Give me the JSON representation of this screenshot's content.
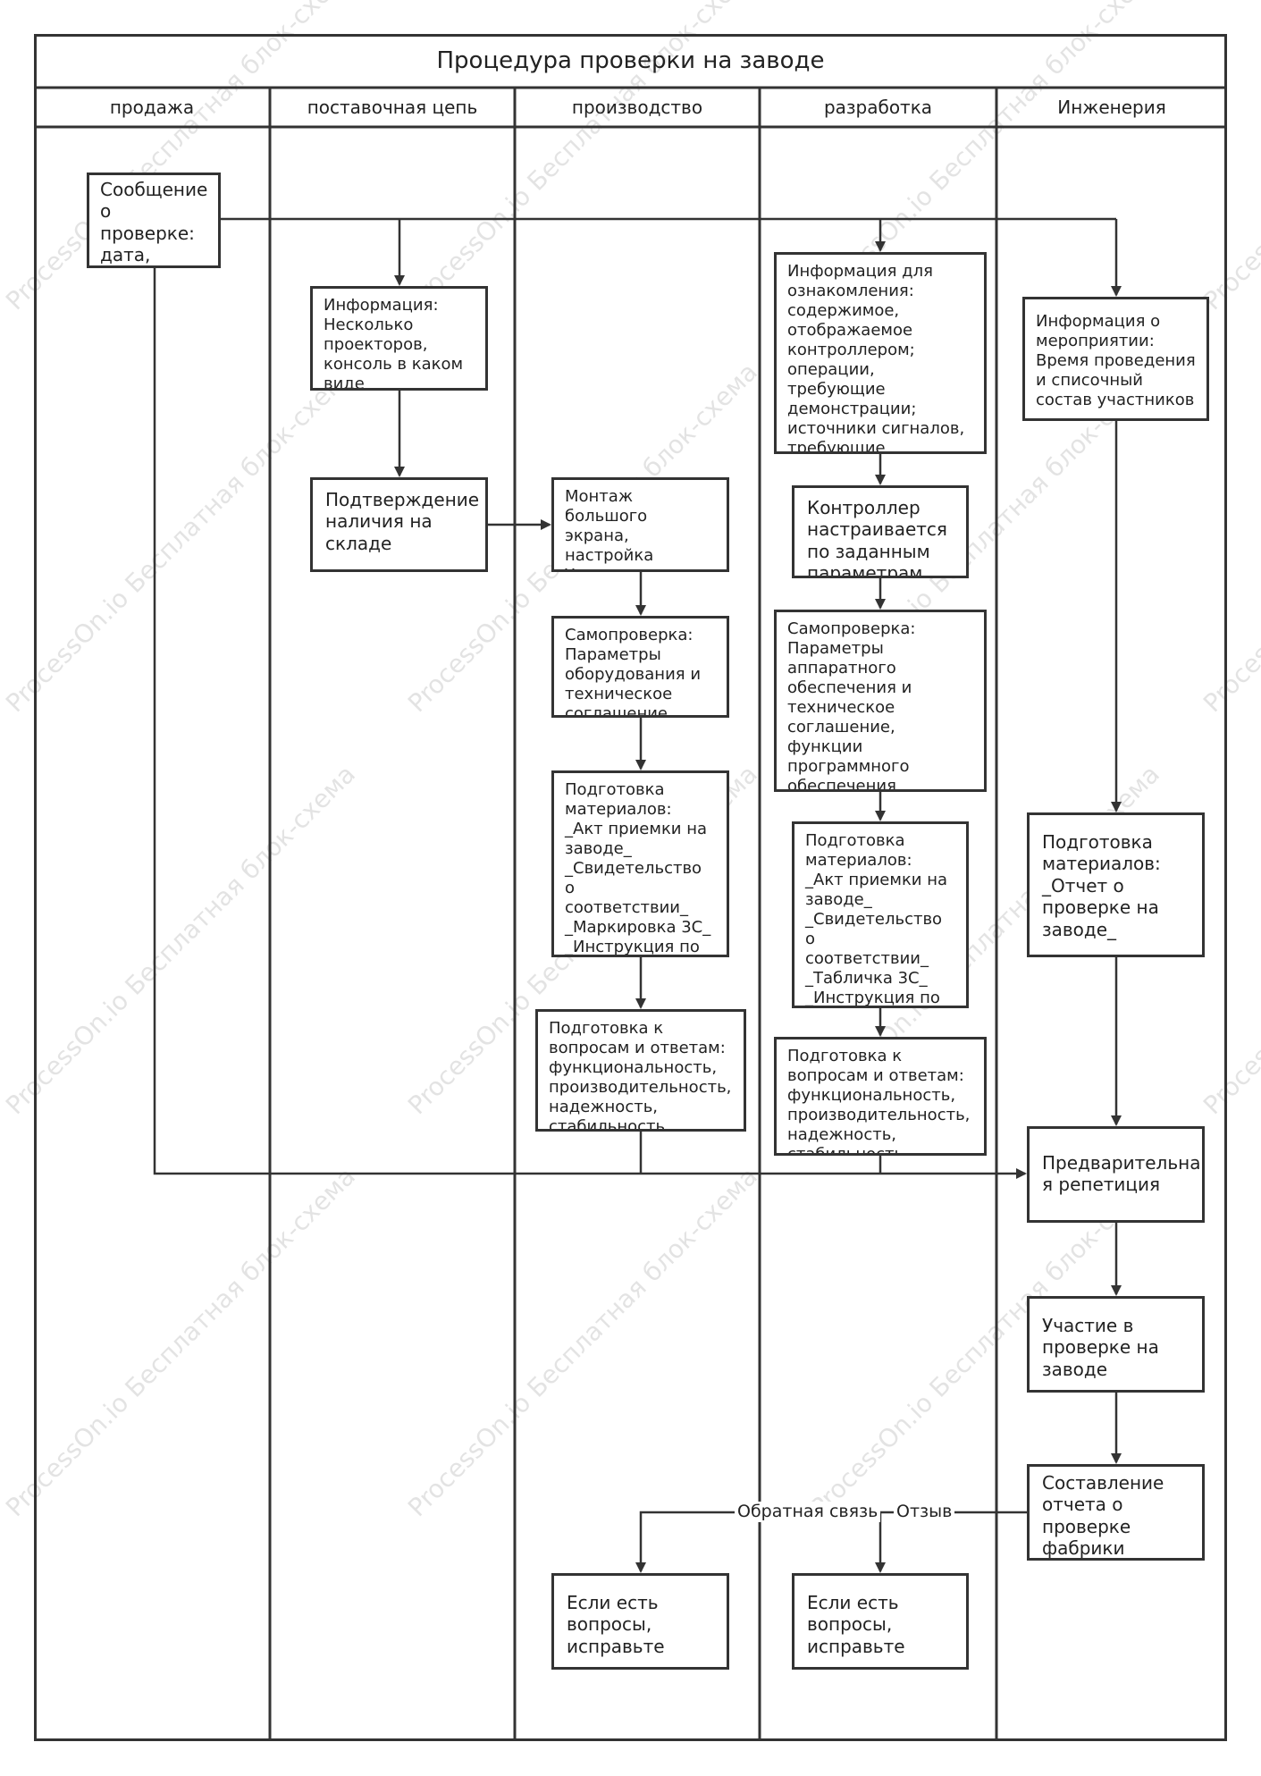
{
  "title": "Процедура проверки на заводе",
  "lanes": [
    "продажа",
    "поставочная цепь",
    "производство",
    "разработка",
    "Инженерия"
  ],
  "nodes": {
    "n1": "Сообщение\nо проверке:\nдата,\nучастники",
    "n2": "Информация:\nНесколько\nпроекторов,\nконсоль в каком\nвиде",
    "n3": "Подтверждение\nналичия на\nскладе",
    "n4": "Монтаж большого\nэкрана, настройка\nУстановка пульта,\nнастройка",
    "n5": "Самопроверка:\nПараметры\nоборудования и\nтехническое\nсоглашение",
    "n6": "Подготовка\nматериалов:\n_Акт приемки на\nзаводе_\n_Свидетельство о\nсоответствии_\n_Маркировка 3С_\n_Инструкция по\nэксплуатации_",
    "n7": "Подготовка к\nвопросам и ответам:\nфункциональность,\nпроизводительность,\nнадежность,\nстабильность",
    "n8": "Информация для\nознакомления:\nсодержимое,\nотображаемое\nконтроллером;\nоперации, требующие\nдемонстрации;\nисточники сигналов,\nтребующие\nподключения.",
    "n9": "Контроллер\nнастраивается\nпо заданным\nпараметрам",
    "n10": "Самопроверка:\nПараметры\nаппаратного\nобеспечения и\nтехническое\nсоглашение, функции\nпрограммного\nобеспечения\nработают нормально",
    "n11": "Подготовка\nматериалов:\n_Акт приемки на\nзаводе_\n_Свидетельство о\nсоответствии_\n_Табличка 3С_\n_Инструкция по\nэксплуатации_",
    "n12": "Подготовка к\nвопросам и ответам:\nфункциональность,\nпроизводительность,\nнадежность,\nстабильность",
    "n13": "Информация о\nмероприятии:\nВремя проведения\nи списочный\nсостав участников",
    "n14": "Подготовка\nматериалов:\n_Отчет о\nпроверке на\nзаводе_",
    "n15": "Предварительна\nя репетиция",
    "n16": "Участие в\nпроверке на\nзаводе",
    "n17": "Составление\nотчета о\nпроверке\nфабрики",
    "n18": "Если есть\nвопросы,\nисправьте",
    "n19": "Если есть\nвопросы,\nисправьте"
  },
  "edge_labels": {
    "feedback": "Обратная связь",
    "review": "Отзыв"
  },
  "watermark": "ProcessOn.io Бесплатная блок-схема"
}
